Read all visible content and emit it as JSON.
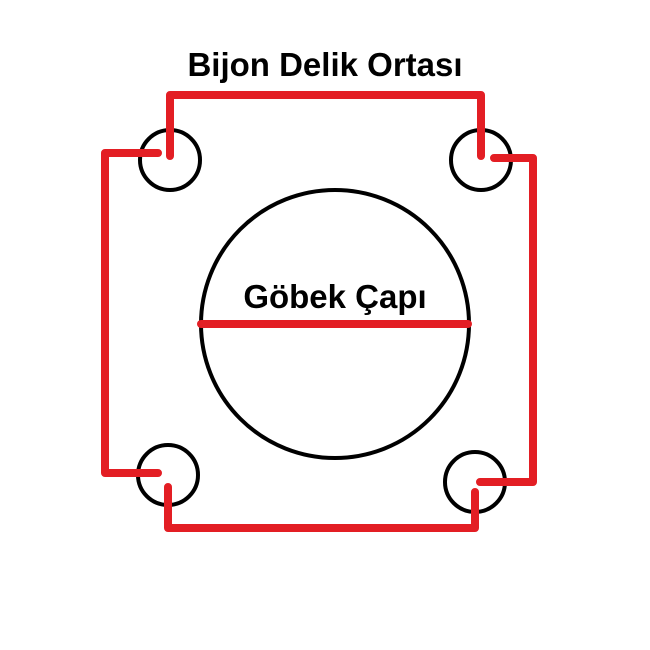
{
  "diagram": {
    "title": "Bijon Delik Ortası",
    "center_label": "Göbek Çapı",
    "colors": {
      "outline": "#000000",
      "measure": "#e31e24",
      "background": "#ffffff"
    },
    "elements": {
      "bolt_holes": [
        "top-left",
        "top-right",
        "bottom-left",
        "bottom-right"
      ],
      "hub_circle": "center"
    }
  }
}
